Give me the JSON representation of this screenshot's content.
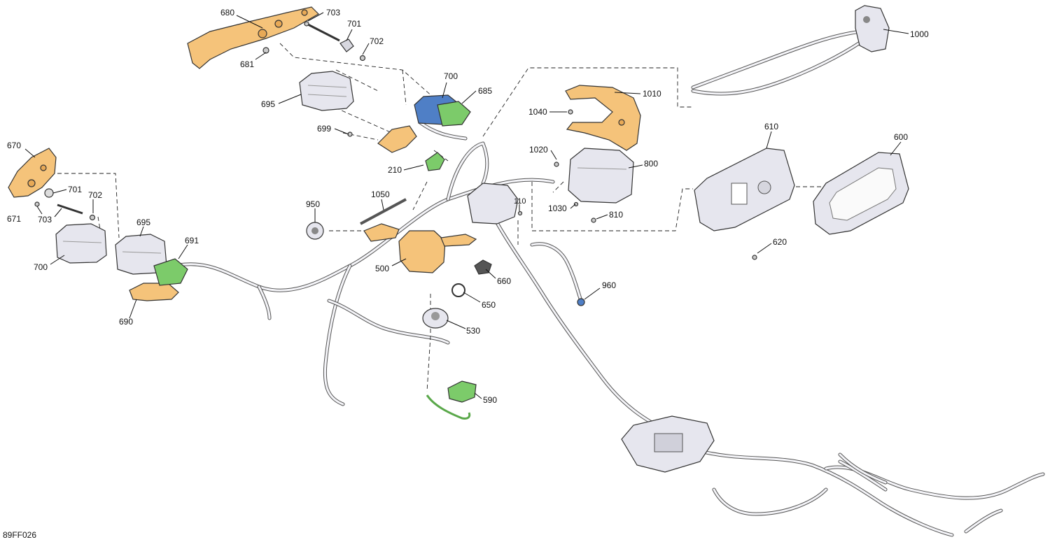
{
  "diagram": {
    "code": "89FF026",
    "colors": {
      "orange": "#F5C37A",
      "blue": "#4F7FC6",
      "green": "#7CCB6A",
      "gray": "#E6E6EE",
      "wire": "#F4F4F8"
    },
    "labels": [
      {
        "id": "680",
        "text": "680"
      },
      {
        "id": "703a",
        "text": "703"
      },
      {
        "id": "701a",
        "text": "701"
      },
      {
        "id": "702a",
        "text": "702"
      },
      {
        "id": "681",
        "text": "681"
      },
      {
        "id": "700a",
        "text": "700"
      },
      {
        "id": "685",
        "text": "685"
      },
      {
        "id": "695a",
        "text": "695"
      },
      {
        "id": "699",
        "text": "699"
      },
      {
        "id": "210",
        "text": "210"
      },
      {
        "id": "1000",
        "text": "1000"
      },
      {
        "id": "1010",
        "text": "1010"
      },
      {
        "id": "1040",
        "text": "1040"
      },
      {
        "id": "1020",
        "text": "1020"
      },
      {
        "id": "800",
        "text": "800"
      },
      {
        "id": "1030",
        "text": "1030"
      },
      {
        "id": "810",
        "text": "810"
      },
      {
        "id": "110",
        "text": "110"
      },
      {
        "id": "610",
        "text": "610"
      },
      {
        "id": "600",
        "text": "600"
      },
      {
        "id": "620",
        "text": "620"
      },
      {
        "id": "670",
        "text": "670"
      },
      {
        "id": "701b",
        "text": "701"
      },
      {
        "id": "702b",
        "text": "702"
      },
      {
        "id": "671",
        "text": "671"
      },
      {
        "id": "703b",
        "text": "703"
      },
      {
        "id": "695b",
        "text": "695"
      },
      {
        "id": "691",
        "text": "691"
      },
      {
        "id": "700b",
        "text": "700"
      },
      {
        "id": "690",
        "text": "690"
      },
      {
        "id": "950",
        "text": "950"
      },
      {
        "id": "1050",
        "text": "1050"
      },
      {
        "id": "500",
        "text": "500"
      },
      {
        "id": "660",
        "text": "660"
      },
      {
        "id": "650",
        "text": "650"
      },
      {
        "id": "530",
        "text": "530"
      },
      {
        "id": "960",
        "text": "960"
      },
      {
        "id": "590",
        "text": "590"
      }
    ]
  }
}
